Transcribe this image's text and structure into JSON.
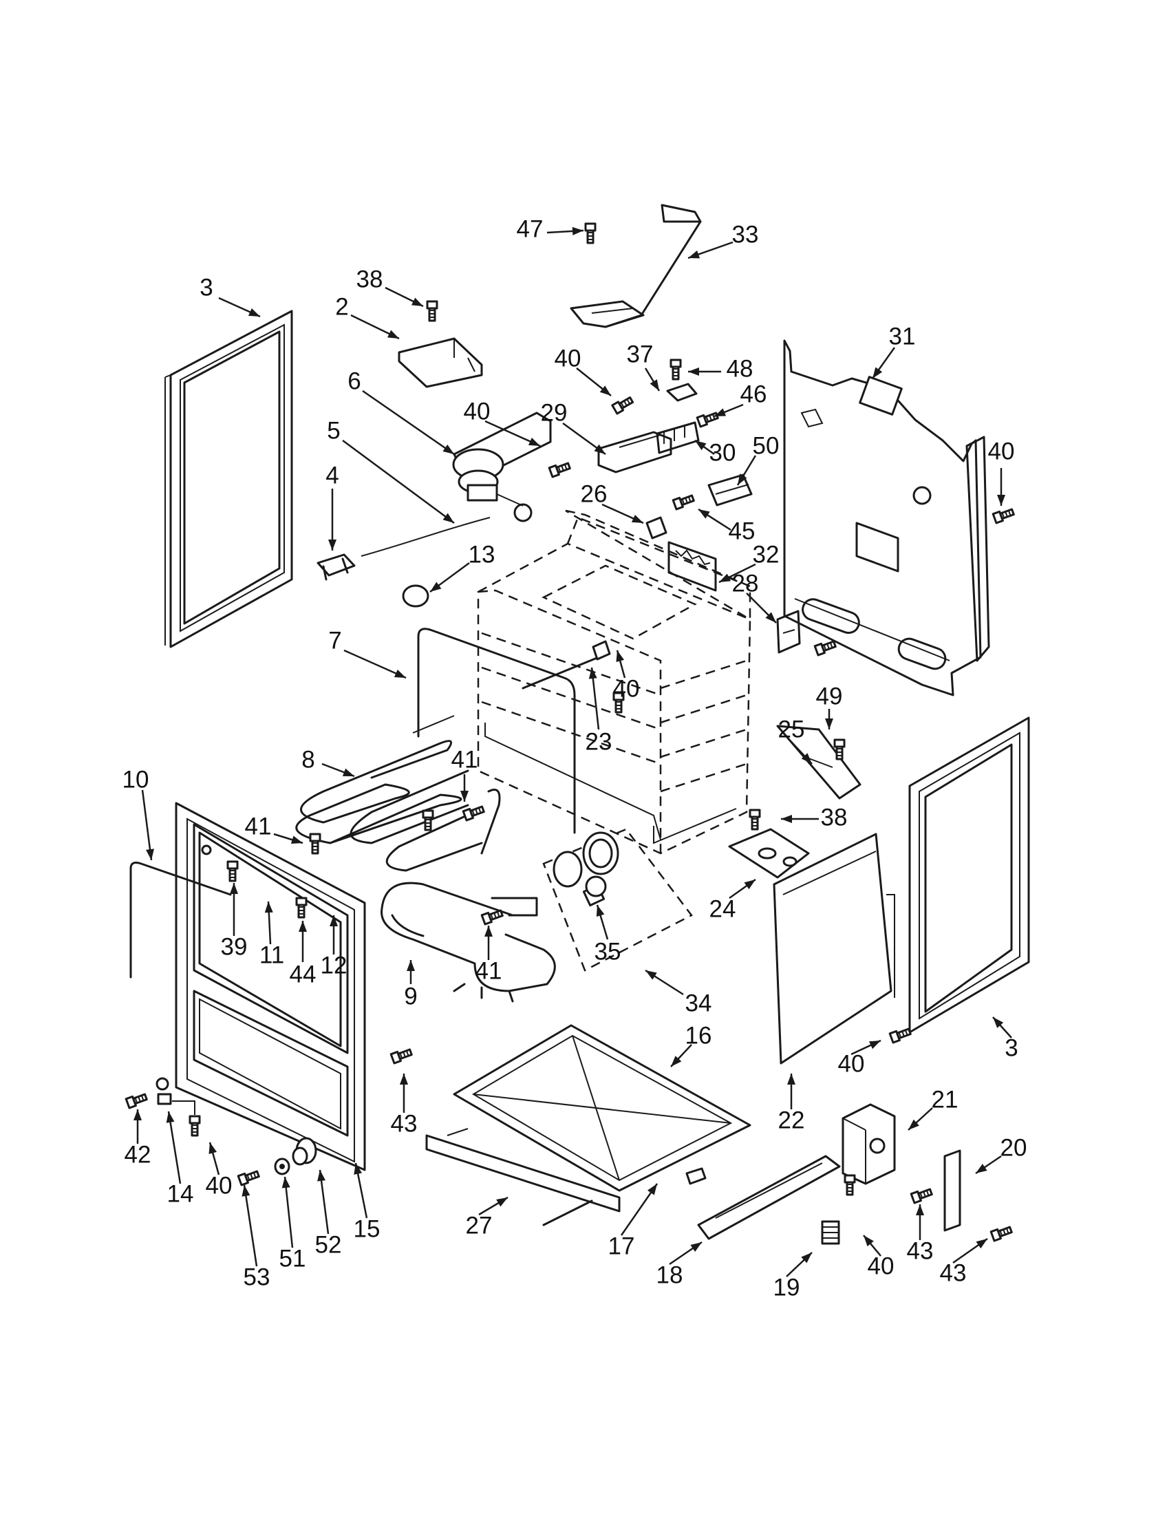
{
  "callouts": [
    {
      "id": "c47a",
      "text": "47"
    },
    {
      "id": "c33",
      "text": "33"
    },
    {
      "id": "c38a",
      "text": "38"
    },
    {
      "id": "c3a",
      "text": "3"
    },
    {
      "id": "c2",
      "text": "2"
    },
    {
      "id": "c40a",
      "text": "40"
    },
    {
      "id": "c37",
      "text": "37"
    },
    {
      "id": "c48",
      "text": "48"
    },
    {
      "id": "c31",
      "text": "31"
    },
    {
      "id": "c6",
      "text": "6"
    },
    {
      "id": "c40b",
      "text": "40"
    },
    {
      "id": "c29",
      "text": "29"
    },
    {
      "id": "c46",
      "text": "46"
    },
    {
      "id": "c5",
      "text": "5"
    },
    {
      "id": "c30",
      "text": "30"
    },
    {
      "id": "c50",
      "text": "50"
    },
    {
      "id": "c40c",
      "text": "40"
    },
    {
      "id": "c4",
      "text": "4"
    },
    {
      "id": "c26",
      "text": "26"
    },
    {
      "id": "c45",
      "text": "45"
    },
    {
      "id": "c13",
      "text": "13"
    },
    {
      "id": "c32",
      "text": "32"
    },
    {
      "id": "c28",
      "text": "28"
    },
    {
      "id": "c7",
      "text": "7"
    },
    {
      "id": "c40d",
      "text": "40"
    },
    {
      "id": "c49",
      "text": "49"
    },
    {
      "id": "c23",
      "text": "23"
    },
    {
      "id": "c25",
      "text": "25"
    },
    {
      "id": "c8",
      "text": "8"
    },
    {
      "id": "c41a",
      "text": "41"
    },
    {
      "id": "c10",
      "text": "10"
    },
    {
      "id": "c41b",
      "text": "41"
    },
    {
      "id": "c38b",
      "text": "38"
    },
    {
      "id": "c39",
      "text": "39"
    },
    {
      "id": "c11",
      "text": "11"
    },
    {
      "id": "c44",
      "text": "44"
    },
    {
      "id": "c12",
      "text": "12"
    },
    {
      "id": "c35",
      "text": "35"
    },
    {
      "id": "c24",
      "text": "24"
    },
    {
      "id": "c41c",
      "text": "41"
    },
    {
      "id": "c9",
      "text": "9"
    },
    {
      "id": "c34",
      "text": "34"
    },
    {
      "id": "c16",
      "text": "16"
    },
    {
      "id": "c3b",
      "text": "3"
    },
    {
      "id": "c40e",
      "text": "40"
    },
    {
      "id": "c43a",
      "text": "43"
    },
    {
      "id": "c22",
      "text": "22"
    },
    {
      "id": "c21",
      "text": "21"
    },
    {
      "id": "c42",
      "text": "42"
    },
    {
      "id": "c14",
      "text": "14"
    },
    {
      "id": "c40f",
      "text": "40"
    },
    {
      "id": "c20",
      "text": "20"
    },
    {
      "id": "c15",
      "text": "15"
    },
    {
      "id": "c52",
      "text": "52"
    },
    {
      "id": "c27",
      "text": "27"
    },
    {
      "id": "c51",
      "text": "51"
    },
    {
      "id": "c53",
      "text": "53"
    },
    {
      "id": "c17",
      "text": "17"
    },
    {
      "id": "c43b",
      "text": "43"
    },
    {
      "id": "c18",
      "text": "18"
    },
    {
      "id": "c40g",
      "text": "40"
    },
    {
      "id": "c43c",
      "text": "43"
    },
    {
      "id": "c19",
      "text": "19"
    }
  ],
  "colors": {
    "ink": "#1a1a1a",
    "paper": "#ffffff"
  }
}
